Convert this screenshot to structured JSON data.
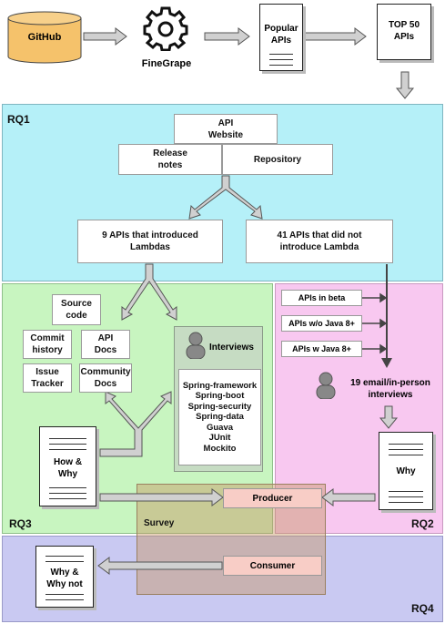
{
  "top": {
    "github": "GitHub",
    "finegrape": "FineGrape",
    "popular": "Popular\nAPIs",
    "top50": "TOP 50\nAPIs"
  },
  "rq1": {
    "label": "RQ1",
    "api_website": "API\nWebsite",
    "release_notes": "Release\nnotes",
    "repository": "Repository",
    "introduced": "9 APIs that introduced\nLambdas",
    "not_introduced": "41 APIs that did not\nintroduce Lambda"
  },
  "rq3": {
    "label": "RQ3",
    "source_code": "Source\ncode",
    "commit_history": "Commit\nhistory",
    "api_docs": "API\nDocs",
    "issue_tracker": "Issue\nTracker",
    "community_docs": "Community\nDocs",
    "how_why": "How &\nWhy",
    "interviews": "Interviews",
    "interview_list": [
      "Spring-framework",
      "Spring-boot",
      "Spring-security",
      "Spring-data",
      "Guava",
      "JUnit",
      "Mockito"
    ]
  },
  "rq2": {
    "label": "RQ2",
    "beta": "APIs in beta",
    "wo_java8": "APIs w/o Java 8+",
    "w_java8": "APIs w Java 8+",
    "email_interviews": "19 email/in-person\ninterviews",
    "why": "Why"
  },
  "survey": {
    "label": "Survey",
    "producer": "Producer",
    "consumer": "Consumer"
  },
  "rq4": {
    "label": "RQ4",
    "why_not": "Why &\nWhy not"
  },
  "colors": {
    "rq1": "#b3f0f7",
    "rq3": "#c8f5c0",
    "rq2": "#f8c8f0",
    "rq4": "#c8c8f2",
    "survey": "#c8a87a",
    "github": "#f5c26b",
    "pink": "#f8cdc6"
  }
}
